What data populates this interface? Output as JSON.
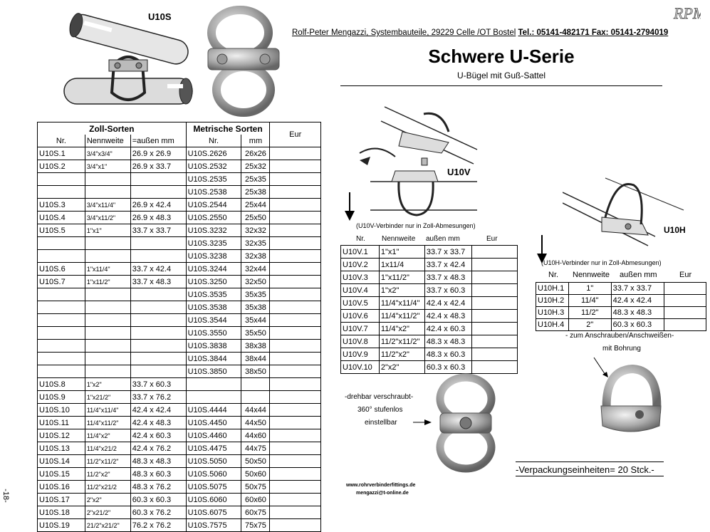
{
  "header": {
    "company_line": "Rolf-Peter Mengazzi, Systembauteile, 29229 Celle /OT Bostel",
    "contact_line": "Tel.: 05141-482171 Fax: 05141-2794019",
    "title": "Schwere U-Serie",
    "subtitle": "U-Bügel mit Guß-Sattel",
    "logo_text": "RPM"
  },
  "page_number": "-18-",
  "labels": {
    "u10s": "U10S",
    "u10v": "U10V",
    "u10h": "U10H"
  },
  "u10s_table": {
    "group_zoll": "Zoll-Sorten",
    "group_metric": "Metrische Sorten",
    "col_eur": "Eur",
    "col_nr": "Nr.",
    "col_nennweite": "Nennweite",
    "col_aussen": "=außen mm",
    "col_metric_nr": "Nr.",
    "col_mm": "mm",
    "rows": [
      [
        "U10S.1",
        "3/4\"x3/4\"",
        "26.9 x 26.9",
        "U10S.2626",
        "26x26"
      ],
      [
        "U10S.2",
        "3/4\"x1\"",
        "26.9 x 33.7",
        "U10S.2532",
        "25x32"
      ],
      [
        "",
        "",
        "",
        "U10S.2535",
        "25x35"
      ],
      [
        "",
        "",
        "",
        "U10S.2538",
        "25x38"
      ],
      [
        "U10S.3",
        "3/4\"x11/4\"",
        "26.9 x 42.4",
        "U10S.2544",
        "25x44"
      ],
      [
        "U10S.4",
        "3/4\"x11/2\"",
        "26.9 x 48.3",
        "U10S.2550",
        "25x50"
      ],
      [
        "U10S.5",
        "1\"x1\"",
        "33.7 x 33.7",
        "U10S.3232",
        "32x32"
      ],
      [
        "",
        "",
        "",
        "U10S.3235",
        "32x35"
      ],
      [
        "",
        "",
        "",
        "U10S.3238",
        "32x38"
      ],
      [
        "U10S.6",
        "1\"x11/4\"",
        "33.7 x 42.4",
        "U10S.3244",
        "32x44"
      ],
      [
        "U10S.7",
        "1\"x11/2\"",
        "33.7 x 48.3",
        "U10S.3250",
        "32x50"
      ],
      [
        "",
        "",
        "",
        "U10S.3535",
        "35x35"
      ],
      [
        "",
        "",
        "",
        "U10S.3538",
        "35x38"
      ],
      [
        "",
        "",
        "",
        "U10S.3544",
        "35x44"
      ],
      [
        "",
        "",
        "",
        "U10S.3550",
        "35x50"
      ],
      [
        "",
        "",
        "",
        "U10S.3838",
        "38x38"
      ],
      [
        "",
        "",
        "",
        "U10S.3844",
        "38x44"
      ],
      [
        "",
        "",
        "",
        "U10S.3850",
        "38x50"
      ],
      [
        "U10S.8",
        "1\"x2\"",
        "33.7 x 60.3",
        "",
        ""
      ],
      [
        "U10S.9",
        "1\"x21/2\"",
        "33.7 x 76.2",
        "",
        ""
      ],
      [
        "U10S.10",
        "11/4\"x11/4\"",
        "42.4 x 42.4",
        "U10S.4444",
        "44x44"
      ],
      [
        "U10S.11",
        "11/4\"x11/2\"",
        "42.4 x 48.3",
        "U10S.4450",
        "44x50"
      ],
      [
        "U10S.12",
        "11/4\"x2\"",
        "42.4 x 60.3",
        "U10S.4460",
        "44x60"
      ],
      [
        "U10S.13",
        "11/4\"x21/2",
        "42.4 x 76.2",
        "U10S.4475",
        "44x75"
      ],
      [
        "U10S.14",
        "11/2\"x11/2\"",
        "48.3 x 48.3",
        "U10S.5050",
        "50x50"
      ],
      [
        "U10S.15",
        "11/2\"x2\"",
        "48.3 x 60.3",
        "U10S.5060",
        "50x60"
      ],
      [
        "U10S.16",
        "11/2\"x21/2",
        "48.3 x 76.2",
        "U10S.5075",
        "50x75"
      ],
      [
        "U10S.17",
        "2\"x2\"",
        "60.3 x 60.3",
        "U10S.6060",
        "60x60"
      ],
      [
        "U10S.18",
        "2\"x21/2\"",
        "60.3 x 76.2",
        "U10S.6075",
        "60x75"
      ],
      [
        "U10S.19",
        "21/2\"x21/2\"",
        "76.2 x 76.2",
        "U10S.7575",
        "75x75"
      ]
    ]
  },
  "u10v_table": {
    "note": "(U10V-Verbinder nur in Zoll-Abmesungen)",
    "col_nr": "Nr.",
    "col_nennweite": "Nennweite",
    "col_aussen": "außen mm",
    "col_eur": "Eur",
    "rows": [
      [
        "U10V.1",
        "1\"x1\"",
        "33.7 x 33.7"
      ],
      [
        "U10V.2",
        "1x11/4",
        "33.7 x 42.4"
      ],
      [
        "U10V.3",
        "1\"x11/2\"",
        "33.7 x 48.3"
      ],
      [
        "U10V.4",
        "1\"x2\"",
        "33.7 x 60.3"
      ],
      [
        "U10V.5",
        "11/4\"x11/4\"",
        "42.4 x 42.4"
      ],
      [
        "U10V.6",
        "11/4\"x11/2\"",
        "42.4 x 48.3"
      ],
      [
        "U10V.7",
        "11/4\"x2\"",
        "42.4 x 60.3"
      ],
      [
        "U10V.8",
        "11/2\"x11/2\"",
        "48.3 x 48.3"
      ],
      [
        "U10V.9",
        "11/2\"x2\"",
        "48.3 x 60.3"
      ],
      [
        "U10V.10",
        "2\"x2\"",
        "60.3 x 60.3"
      ]
    ]
  },
  "u10h_table": {
    "note": "(U10H-Verbinder nur in Zoll-Abmesungen)",
    "col_nr": "Nr.",
    "col_nennweite": "Nennweite",
    "col_aussen": "außen mm",
    "col_eur": "Eur",
    "rows": [
      [
        "U10H.1",
        "1\"",
        "33.7 x 33.7"
      ],
      [
        "U10H.2",
        "11/4\"",
        "42.4 x 42.4"
      ],
      [
        "U10H.3",
        "11/2\"",
        "48.3 x 48.3"
      ],
      [
        "U10H.4",
        "2\"",
        "60.3 x 60.3"
      ]
    ]
  },
  "notes": {
    "drehbar_1": "-drehbar verschraubt-",
    "drehbar_2": "360° stufenlos",
    "drehbar_3": "einstellbar",
    "anschrauben_1": "- zum Anschrauben/Anschweißen-",
    "anschrauben_2": "mit Bohrung",
    "verpackung": "-Verpackungseinheiten= 20 Stck.-",
    "web": "www.rohrverbinderfittings.de",
    "email": "mengazzi@t-online.de"
  }
}
